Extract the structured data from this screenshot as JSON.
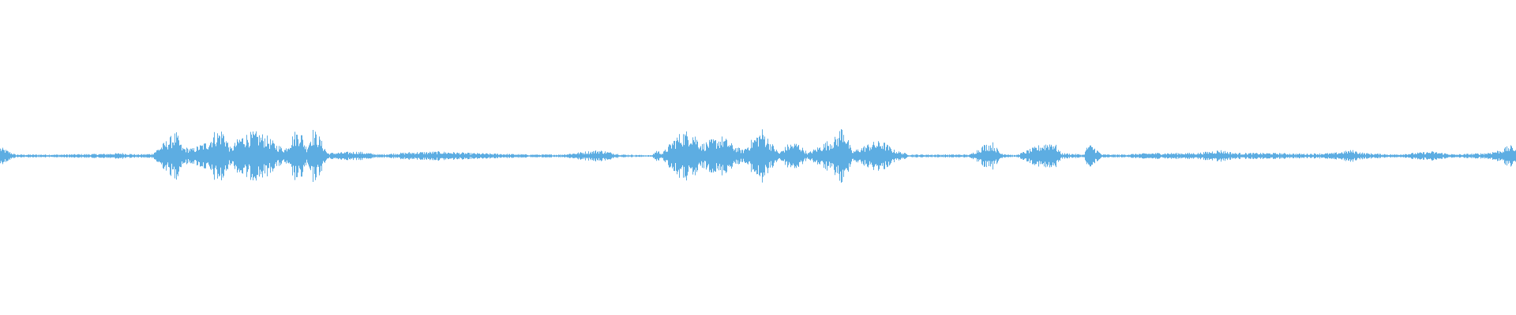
{
  "waveform": {
    "color": "#5dade2",
    "background": "#ffffff",
    "amplitude_envelope": [
      [
        0.0,
        0.06
      ],
      [
        0.006,
        0.03
      ],
      [
        0.01,
        0.01
      ],
      [
        0.04,
        0.01
      ],
      [
        0.07,
        0.015
      ],
      [
        0.08,
        0.02
      ],
      [
        0.09,
        0.01
      ],
      [
        0.1,
        0.015
      ],
      [
        0.116,
        0.16
      ],
      [
        0.12,
        0.06
      ],
      [
        0.127,
        0.05
      ],
      [
        0.137,
        0.1
      ],
      [
        0.141,
        0.16
      ],
      [
        0.147,
        0.18
      ],
      [
        0.152,
        0.05
      ],
      [
        0.158,
        0.13
      ],
      [
        0.163,
        0.15
      ],
      [
        0.168,
        0.16
      ],
      [
        0.175,
        0.14
      ],
      [
        0.182,
        0.08
      ],
      [
        0.188,
        0.05
      ],
      [
        0.194,
        0.16
      ],
      [
        0.198,
        0.18
      ],
      [
        0.202,
        0.06
      ],
      [
        0.206,
        0.18
      ],
      [
        0.21,
        0.14
      ],
      [
        0.216,
        0.02
      ],
      [
        0.236,
        0.03
      ],
      [
        0.25,
        0.01
      ],
      [
        0.27,
        0.025
      ],
      [
        0.29,
        0.03
      ],
      [
        0.31,
        0.02
      ],
      [
        0.33,
        0.015
      ],
      [
        0.35,
        0.01
      ],
      [
        0.37,
        0.01
      ],
      [
        0.395,
        0.04
      ],
      [
        0.41,
        0.01
      ],
      [
        0.43,
        0.005
      ],
      [
        0.433,
        0.04
      ],
      [
        0.437,
        0.02
      ],
      [
        0.445,
        0.12
      ],
      [
        0.45,
        0.16
      ],
      [
        0.457,
        0.17
      ],
      [
        0.463,
        0.08
      ],
      [
        0.47,
        0.11
      ],
      [
        0.477,
        0.13
      ],
      [
        0.484,
        0.07
      ],
      [
        0.49,
        0.04
      ],
      [
        0.497,
        0.12
      ],
      [
        0.503,
        0.18
      ],
      [
        0.508,
        0.1
      ],
      [
        0.514,
        0.02
      ],
      [
        0.52,
        0.08
      ],
      [
        0.526,
        0.09
      ],
      [
        0.533,
        0.02
      ],
      [
        0.546,
        0.1
      ],
      [
        0.552,
        0.13
      ],
      [
        0.556,
        0.22
      ],
      [
        0.562,
        0.03
      ],
      [
        0.575,
        0.09
      ],
      [
        0.582,
        0.1
      ],
      [
        0.59,
        0.04
      ],
      [
        0.6,
        0.01
      ],
      [
        0.62,
        0.01
      ],
      [
        0.64,
        0.01
      ],
      [
        0.65,
        0.08
      ],
      [
        0.655,
        0.09
      ],
      [
        0.66,
        0.02
      ],
      [
        0.67,
        0.005
      ],
      [
        0.69,
        0.09
      ],
      [
        0.695,
        0.1
      ],
      [
        0.7,
        0.02
      ],
      [
        0.715,
        0.01
      ],
      [
        0.718,
        0.08
      ],
      [
        0.722,
        0.06
      ],
      [
        0.727,
        0.01
      ],
      [
        0.74,
        0.01
      ],
      [
        0.76,
        0.02
      ],
      [
        0.79,
        0.02
      ],
      [
        0.805,
        0.04
      ],
      [
        0.815,
        0.02
      ],
      [
        0.84,
        0.02
      ],
      [
        0.86,
        0.015
      ],
      [
        0.88,
        0.02
      ],
      [
        0.892,
        0.04
      ],
      [
        0.9,
        0.02
      ],
      [
        0.92,
        0.01
      ],
      [
        0.945,
        0.03
      ],
      [
        0.96,
        0.01
      ],
      [
        0.98,
        0.02
      ],
      [
        0.99,
        0.04
      ],
      [
        0.996,
        0.07
      ],
      [
        1.0,
        0.06
      ]
    ]
  }
}
